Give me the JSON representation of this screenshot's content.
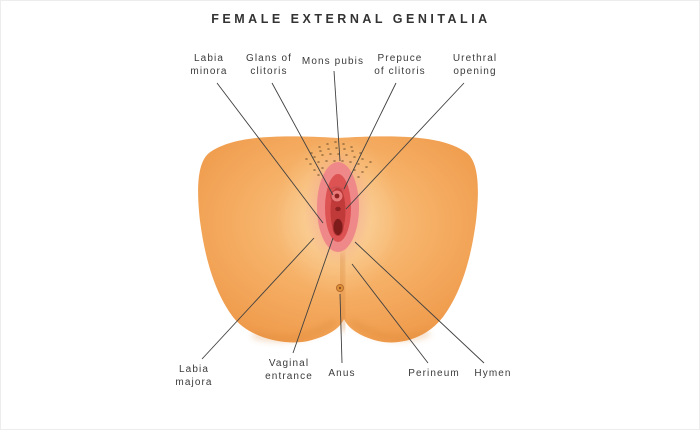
{
  "title": "FEMALE EXTERNAL GENITALIA",
  "labels": {
    "top": [
      {
        "line1": "Labia",
        "line2": "minora"
      },
      {
        "line1": "Glans of",
        "line2": "clitoris"
      },
      {
        "line1": "Mons pubis",
        "line2": ""
      },
      {
        "line1": "Prepuce",
        "line2": "of clitoris"
      },
      {
        "line1": "Urethral",
        "line2": "opening"
      }
    ],
    "bottom": [
      {
        "line1": "Labia",
        "line2": "majora"
      },
      {
        "line1": "Vaginal",
        "line2": "entrance"
      },
      {
        "line1": "Anus",
        "line2": ""
      },
      {
        "line1": "Perineum",
        "line2": ""
      },
      {
        "line1": "Hymen",
        "line2": ""
      }
    ]
  },
  "colors": {
    "background": "#ffffff",
    "skin_light": "#f9cb90",
    "skin_mid": "#f6b269",
    "skin_deep": "#eb9142",
    "vulva_pink": "#ef8989",
    "vulva_red": "#dd5252",
    "vulva_dark": "#c13a3a",
    "opening_dark": "#7e1b1b",
    "leader_line": "#404040",
    "text": "#3b3b3b"
  }
}
